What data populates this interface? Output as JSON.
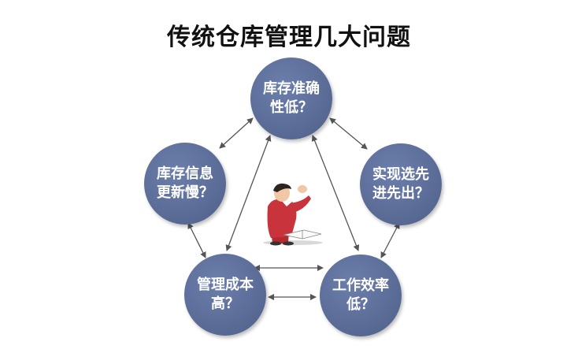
{
  "title": "传统仓库管理几大问题",
  "colors": {
    "node": "#5b6c97",
    "arrow": "#555555",
    "shirt": "#c9343c"
  },
  "nodes": [
    {
      "id": "inventory-accuracy",
      "label": "库存准确\n性低？"
    },
    {
      "id": "fifo",
      "label": "实现选先\n进先出？"
    },
    {
      "id": "work-efficiency",
      "label": "工作效率\n低？"
    },
    {
      "id": "management-cost",
      "label": "管理成本\n高？"
    },
    {
      "id": "info-update",
      "label": "库存信息\n更新慢？"
    }
  ],
  "icons": {
    "center": "confused-worker-icon"
  }
}
